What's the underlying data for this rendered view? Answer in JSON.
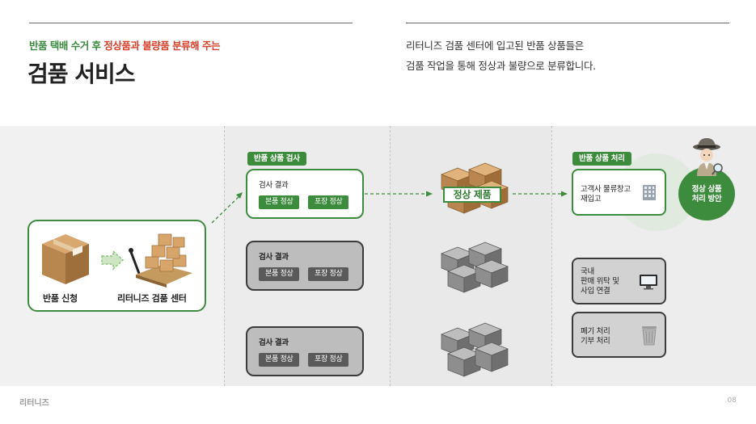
{
  "header": {
    "subtitle_green": "반품 택배 수거 후 ",
    "subtitle_red": "정상품과 불량품 분류해 주는",
    "title": "검품 서비스",
    "desc_lines": [
      "리터니즈 검품 센터에 입고된 반품 상품들은",
      "검품 작업을 통해 정상과 불량으로 분류합니다."
    ]
  },
  "start": {
    "left_label": "반품 신청",
    "right_label": "리터니즈 검품 센터"
  },
  "inspection": {
    "tag": "반품 상품 검사",
    "boxes": [
      {
        "title": "검사 결과",
        "chip1": "본품 정상",
        "chip2": "포장 정상",
        "state": "normal"
      },
      {
        "title": "검사 결과",
        "chip1": "본품 정상",
        "chip2": "포장 정상",
        "state": "grey"
      },
      {
        "title": "검사 결과",
        "chip1": "본품 정상",
        "chip2": "포장 정상",
        "state": "grey"
      }
    ]
  },
  "products": {
    "normal_label": "정상 제품"
  },
  "processing": {
    "tag": "반품 상품 처리",
    "options": [
      {
        "lines": [
          "고객사 물류창고",
          "재입고"
        ],
        "icon": "building-icon"
      },
      {
        "lines": [
          "국내",
          "판매 위탁 및",
          "사입 연결"
        ],
        "icon": "monitor-icon"
      },
      {
        "lines": [
          "폐기 처리",
          "기부 처리"
        ],
        "icon": "trash-bin-icon"
      }
    ],
    "plan_lines": [
      "정상 상품",
      "처리 방안"
    ]
  },
  "footer": {
    "brand": "리터니즈",
    "page": "08"
  },
  "colors": {
    "accent_green": "#3d8b3d",
    "accent_red": "#d6402b",
    "grey_box": "#bdbdbd"
  }
}
